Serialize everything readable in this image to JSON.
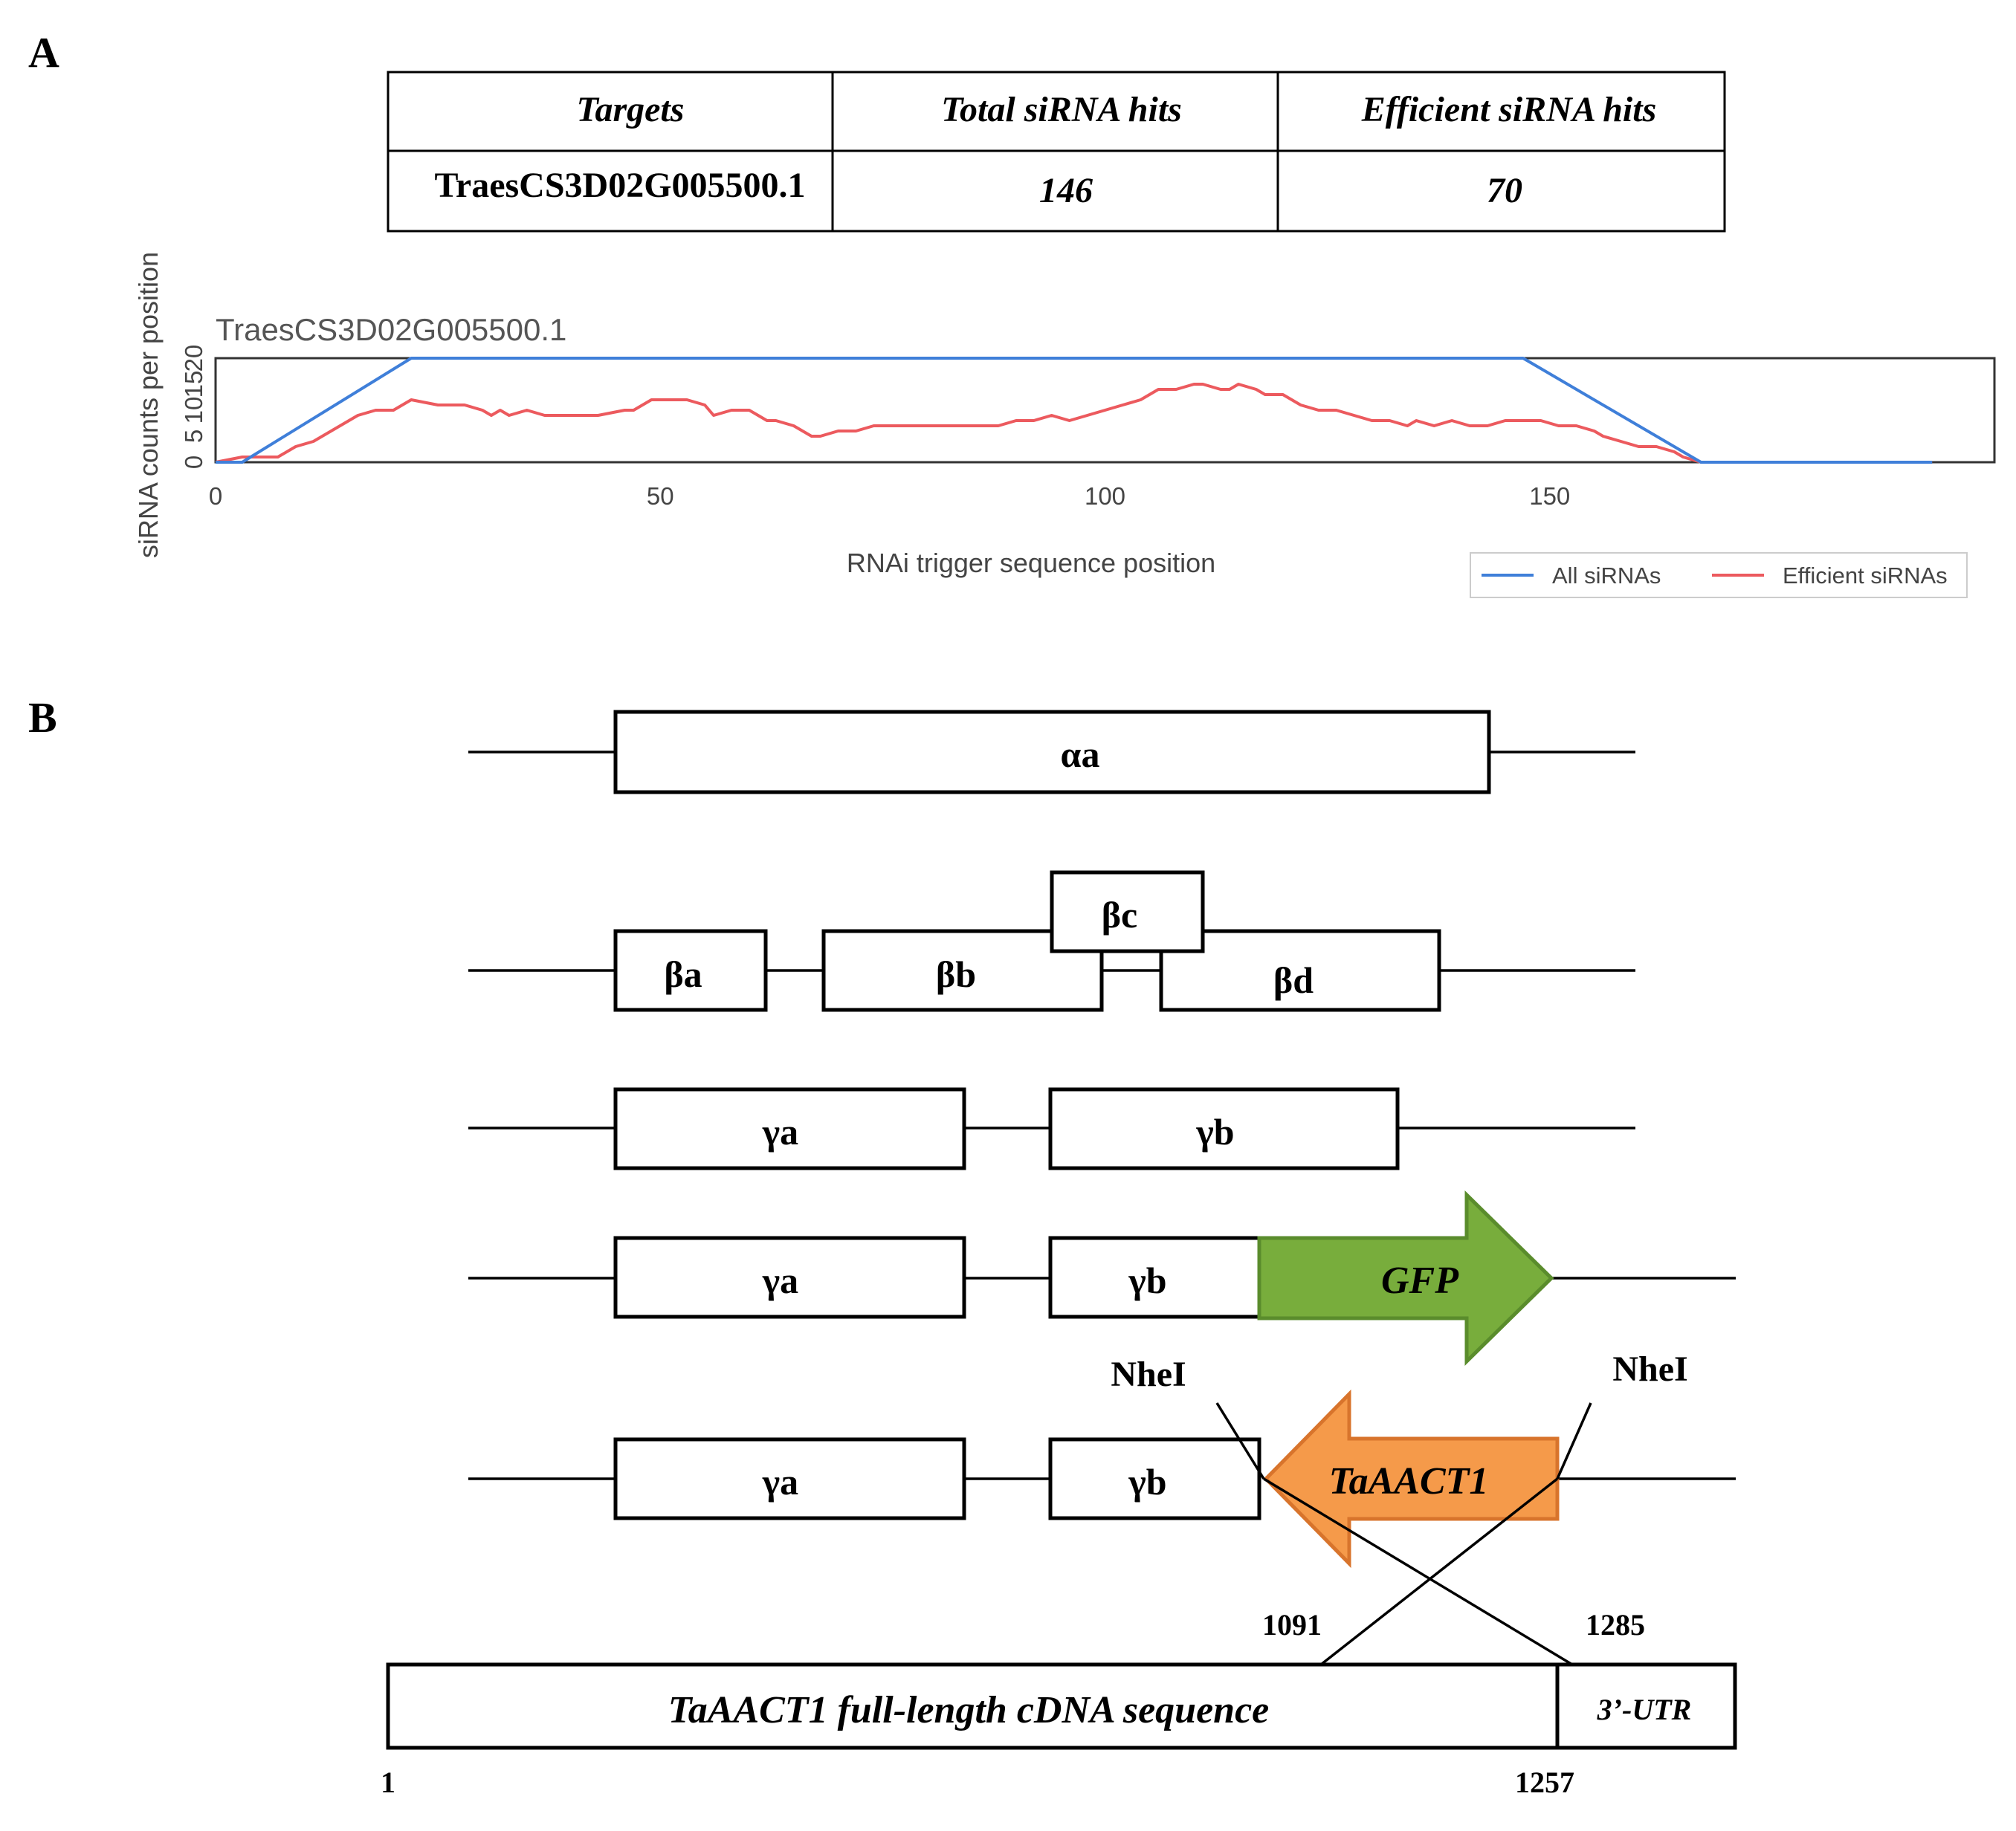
{
  "panel_a": {
    "label": "A",
    "table": {
      "headers": [
        "Targets",
        "Total siRNA hits",
        "Efficient siRNA hits"
      ],
      "row": [
        "TraesCS3D02G005500.1",
        "146",
        "70"
      ]
    }
  },
  "chart_data": {
    "type": "line",
    "title": "TraesCS3D02G005500.1",
    "xlabel": "RNAi trigger sequence position",
    "ylabel": "siRNA counts per position",
    "xlim": [
      0,
      200
    ],
    "ylim": [
      0,
      20
    ],
    "x_ticks": [
      "0",
      "50",
      "100",
      "150"
    ],
    "y_ticks": [
      "0",
      "5",
      "10",
      "15",
      "20"
    ],
    "legend_position": "bottom-right",
    "series": [
      {
        "name": "All siRNAs",
        "color": "#3f7fd9",
        "x": [
          0,
          3,
          22,
          147,
          165,
          167,
          193
        ],
        "y": [
          0,
          0,
          20,
          20,
          2,
          0,
          0
        ]
      },
      {
        "name": "Efficient siRNAs",
        "color": "#ec5a5e",
        "x": [
          0,
          3,
          7,
          9,
          11,
          13,
          16,
          18,
          20,
          22,
          25,
          28,
          30,
          31,
          32,
          33,
          35,
          37,
          39,
          40,
          43,
          46,
          47,
          49,
          51,
          53,
          55,
          56,
          58,
          60,
          62,
          63,
          65,
          67,
          68,
          70,
          72,
          74,
          76,
          78,
          80,
          82,
          84,
          86,
          88,
          90,
          92,
          94,
          96,
          98,
          100,
          102,
          104,
          106,
          108,
          110,
          111,
          113,
          114,
          115,
          117,
          118,
          120,
          122,
          124,
          126,
          128,
          130,
          132,
          134,
          135,
          137,
          139,
          141,
          143,
          145,
          147,
          149,
          151,
          153,
          155,
          156,
          158,
          160,
          162,
          164,
          165,
          167,
          193
        ],
        "y": [
          0,
          1,
          1,
          3,
          4,
          6,
          9,
          10,
          10,
          12,
          11,
          11,
          10,
          9,
          10,
          9,
          10,
          9,
          9,
          9,
          9,
          10,
          10,
          12,
          12,
          12,
          11,
          9,
          10,
          10,
          8,
          8,
          7,
          5,
          5,
          6,
          6,
          7,
          7,
          7,
          7,
          7,
          7,
          7,
          7,
          8,
          8,
          9,
          8,
          9,
          10,
          11,
          12,
          14,
          14,
          15,
          15,
          14,
          14,
          15,
          14,
          13,
          13,
          11,
          10,
          10,
          9,
          8,
          8,
          7,
          8,
          7,
          8,
          7,
          7,
          8,
          8,
          8,
          7,
          7,
          6,
          5,
          4,
          3,
          3,
          2,
          1,
          0,
          0
        ]
      }
    ]
  },
  "panel_b": {
    "label": "B",
    "segments": {
      "alpha_a": "αa",
      "beta_a": "βa",
      "beta_b": "βb",
      "beta_c": "βc",
      "beta_d": "βd",
      "gamma_a": "γa",
      "gamma_b": "γb"
    },
    "gfp_label": "GFP",
    "insert_label": "TaAACT1",
    "site_left": "NheI",
    "site_right": "NheI",
    "pos_1091": "1091",
    "pos_1285": "1285",
    "cdna_label": "TaAACT1 full-length cDNA sequence",
    "utr_label": "3’-UTR",
    "pos_1": "1",
    "pos_1257": "1257",
    "colors": {
      "gfp_fill": "#78ad3c",
      "gfp_stroke": "#5a8c2c",
      "insert_fill": "#f59a4a",
      "insert_stroke": "#d8742c"
    }
  }
}
